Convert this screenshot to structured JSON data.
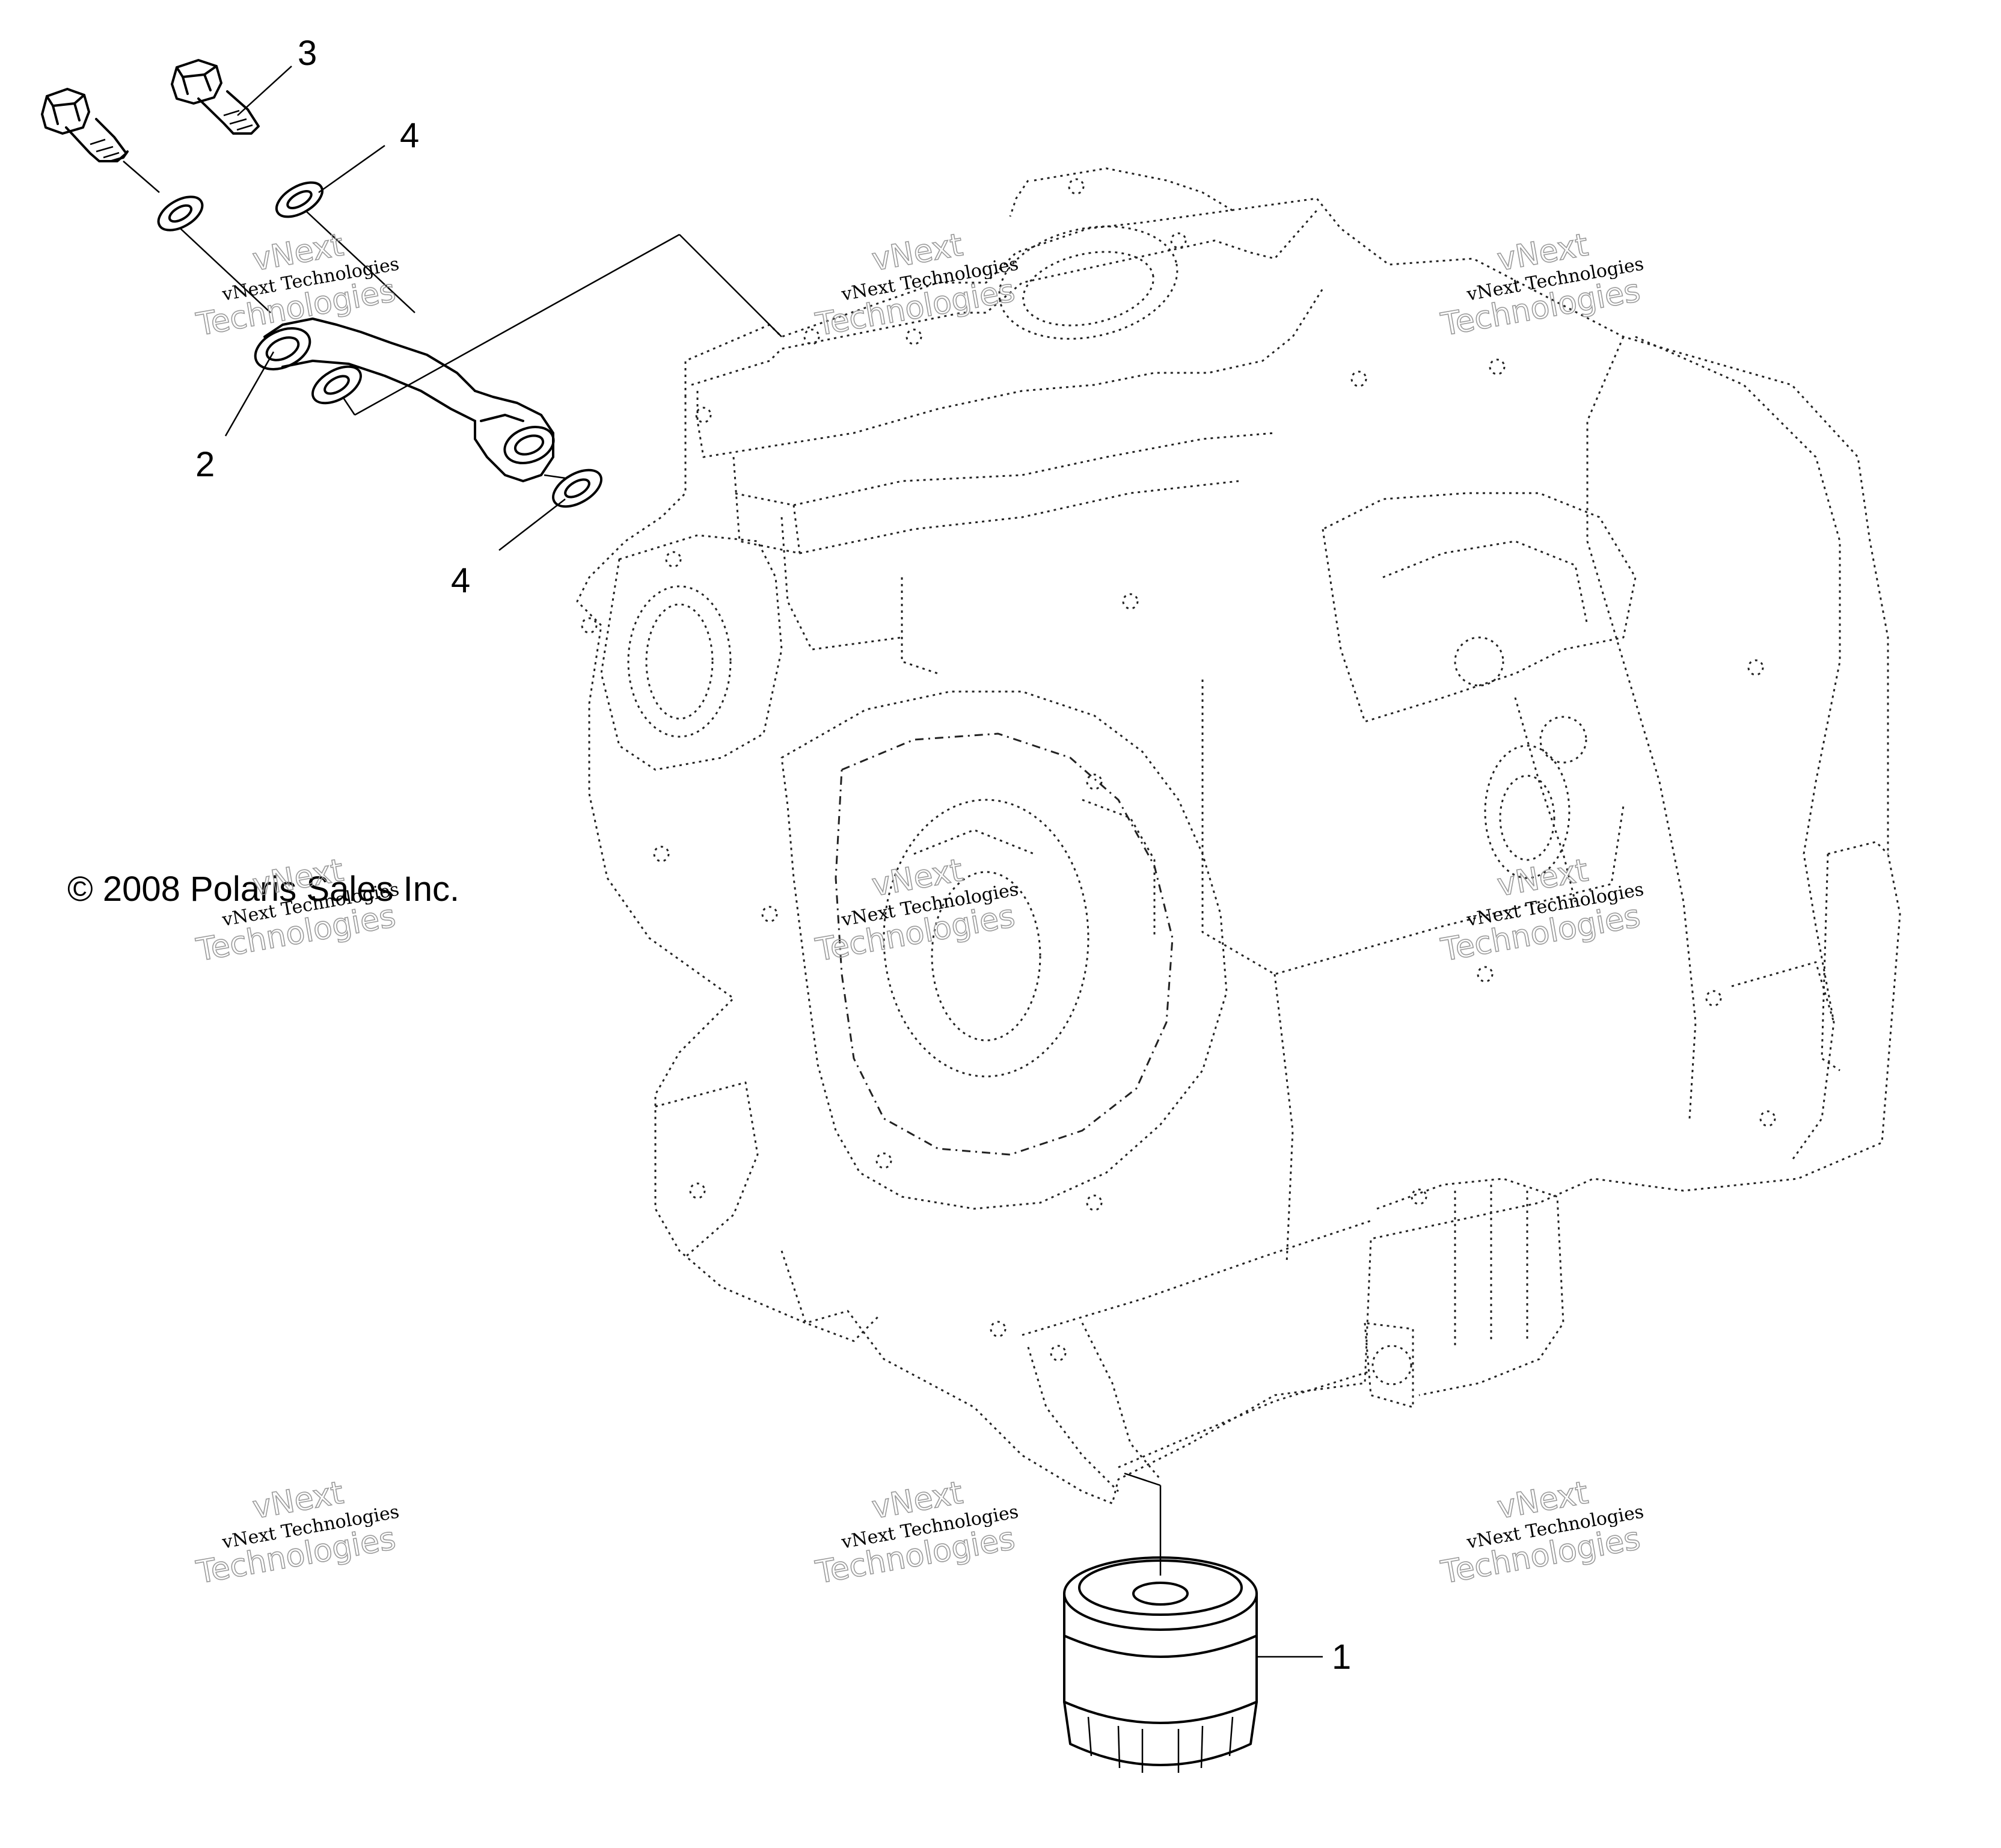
{
  "callouts": {
    "c1": "1",
    "c2": "2",
    "c3": "3",
    "c4a": "4",
    "c4b": "4"
  },
  "copyright": "© 2008 Polaris Sales Inc.",
  "watermark": {
    "line_small": "vNext Technologies",
    "line_big_a": "vNext",
    "line_big_b": "Technologies"
  },
  "colors": {
    "ink": "#000000",
    "watermark_outline": "#9a9a9a",
    "background": "#ffffff"
  }
}
